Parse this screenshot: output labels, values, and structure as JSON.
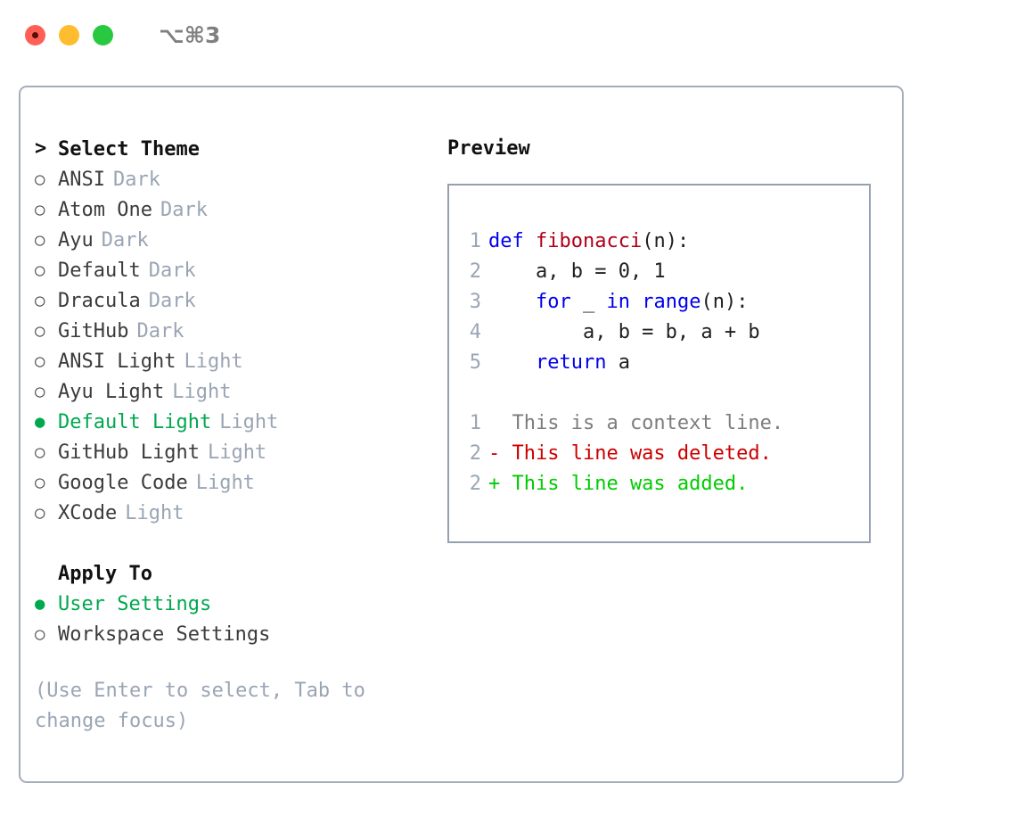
{
  "window": {
    "shortcut": "⌥⌘3",
    "traffic_lights": [
      {
        "name": "close",
        "color": "#ff5f57"
      },
      {
        "name": "minimize",
        "color": "#febc2e"
      },
      {
        "name": "maximize",
        "color": "#28c840"
      }
    ]
  },
  "theme_panel": {
    "caret": ">",
    "title": "Select Theme",
    "bullet_empty": "○",
    "bullet_filled": "●",
    "items": [
      {
        "label": "ANSI",
        "tag": "Dark",
        "selected": false
      },
      {
        "label": "Atom One",
        "tag": "Dark",
        "selected": false
      },
      {
        "label": "Ayu",
        "tag": "Dark",
        "selected": false
      },
      {
        "label": "Default",
        "tag": "Dark",
        "selected": false
      },
      {
        "label": "Dracula",
        "tag": "Dark",
        "selected": false
      },
      {
        "label": "GitHub",
        "tag": "Dark",
        "selected": false
      },
      {
        "label": "ANSI Light",
        "tag": "Light",
        "selected": false
      },
      {
        "label": "Ayu Light",
        "tag": "Light",
        "selected": false
      },
      {
        "label": "Default Light",
        "tag": "Light",
        "selected": true
      },
      {
        "label": "GitHub Light",
        "tag": "Light",
        "selected": false
      },
      {
        "label": "Google Code",
        "tag": "Light",
        "selected": false
      },
      {
        "label": "XCode",
        "tag": "Light",
        "selected": false
      }
    ]
  },
  "apply_to": {
    "title": "Apply To",
    "options": [
      {
        "label": "User Settings",
        "selected": true
      },
      {
        "label": "Workspace Settings",
        "selected": false
      }
    ]
  },
  "hint": "(Use Enter to select, Tab to change focus)",
  "preview": {
    "title": "Preview",
    "code_lines": [
      {
        "no": "1",
        "tokens": [
          {
            "t": "def ",
            "c": "kw"
          },
          {
            "t": "fibonacci",
            "c": "fn"
          },
          {
            "t": "(n):",
            "c": "plain"
          }
        ]
      },
      {
        "no": "2",
        "tokens": [
          {
            "t": "    a, b = 0, 1",
            "c": "plain"
          }
        ]
      },
      {
        "no": "3",
        "tokens": [
          {
            "t": "    ",
            "c": "plain"
          },
          {
            "t": "for",
            "c": "kw"
          },
          {
            "t": " _ ",
            "c": "plain"
          },
          {
            "t": "in",
            "c": "kw"
          },
          {
            "t": " ",
            "c": "plain"
          },
          {
            "t": "range",
            "c": "kw"
          },
          {
            "t": "(n):",
            "c": "plain"
          }
        ]
      },
      {
        "no": "4",
        "tokens": [
          {
            "t": "        a, b = b, a + b",
            "c": "plain"
          }
        ]
      },
      {
        "no": "5",
        "tokens": [
          {
            "t": "    ",
            "c": "plain"
          },
          {
            "t": "return",
            "c": "kw"
          },
          {
            "t": " a",
            "c": "plain"
          }
        ]
      }
    ],
    "diff_lines": [
      {
        "no": "1",
        "marker": " ",
        "text": "  This is a context line.",
        "kind": "ctx"
      },
      {
        "no": "2",
        "marker": "-",
        "text": "- This line was deleted.",
        "kind": "del"
      },
      {
        "no": "2",
        "marker": "+",
        "text": "+ This line was added.",
        "kind": "add"
      }
    ]
  },
  "colors": {
    "accent_green": "#00a84f",
    "added_green": "#00cc00",
    "deleted_red": "#cc0000",
    "keyword_blue": "#0000ee",
    "function_red": "#b00018",
    "muted": "#9aa5b4",
    "border": "#a3adbb"
  }
}
